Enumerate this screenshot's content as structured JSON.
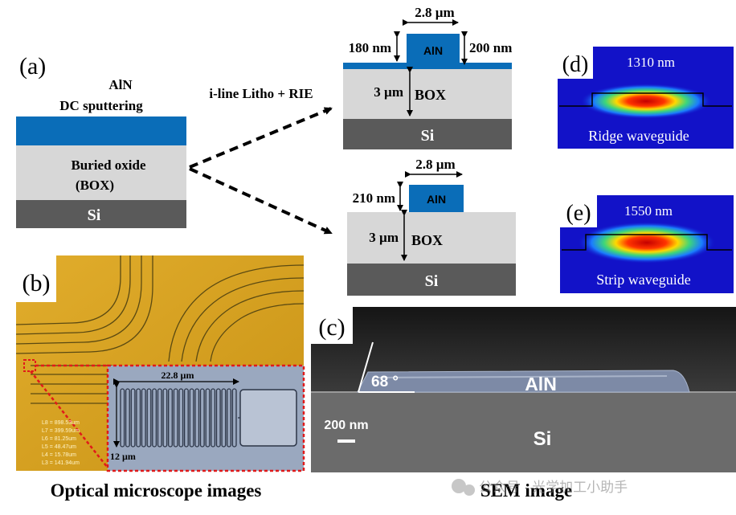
{
  "panel_labels": {
    "a": "(a)",
    "b": "(b)",
    "c": "(c)",
    "d": "(d)",
    "e": "(e)"
  },
  "panel_a": {
    "process_label_line1": "AlN",
    "process_label_line2": "DC sputtering",
    "box_label_line1": "Buried oxide",
    "box_label_line2": "(BOX)",
    "si_label": "Si",
    "arrow_label": "i-line Litho + RIE"
  },
  "ridge": {
    "width": "2.8 µm",
    "height_left": "180 nm",
    "height_right": "200 nm",
    "core": "AlN",
    "box_thickness": "3 µm",
    "box": "BOX",
    "si": "Si"
  },
  "strip": {
    "width": "2.8 µm",
    "height": "210 nm",
    "core": "AlN",
    "box_thickness": "3 µm",
    "box": "BOX",
    "si": "Si"
  },
  "mode_d": {
    "wavelength": "1310 nm",
    "name": "Ridge waveguide"
  },
  "mode_e": {
    "wavelength": "1550 nm",
    "name": "Strip waveguide"
  },
  "microscope": {
    "inset_width": "22.8 µm",
    "inset_height": "12 µm",
    "legend": [
      "L8 = 898.53um",
      "L7 = 399.59um",
      "L6 = 81.25um",
      "L5 = 48.47um",
      "L4 = 15.78um",
      "L3 = 141.94um"
    ],
    "caption": "Optical microscope images"
  },
  "sem": {
    "angle": "68 °",
    "film": "AlN",
    "substrate": "Si",
    "scale": "200 nm",
    "caption": "SEM image"
  },
  "watermark": "公众号 · 光学加工小助手",
  "colors": {
    "aln_blue": "#0a6db8",
    "box_gray": "#d7d7d7",
    "si_gray": "#5a5a5a",
    "mode_bg": "#1212c8",
    "microscope_bg": "#d8a220",
    "sem_dark": "#2a2a2a",
    "sem_si": "#6b6b6b",
    "callout_red": "#e01a1a"
  }
}
